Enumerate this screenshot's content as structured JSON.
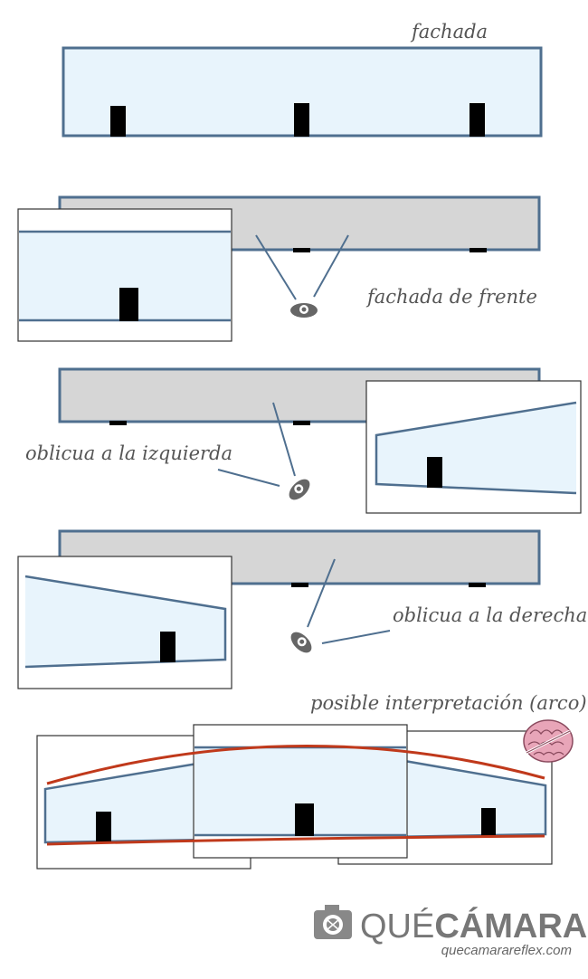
{
  "labels": {
    "facade": "fachada",
    "front": "fachada de frente",
    "oblique_left": "oblicua a la izquierda",
    "oblique_right": "oblicua a la derecha",
    "interpretation": "posible interpretación (arco)"
  },
  "logo": {
    "word_light": "QUÉ",
    "word_bold": "CÁMARA",
    "url": "quecamarareflex.com"
  },
  "colors": {
    "facade_fill": "#e8f4fc",
    "facade_stroke": "#4f6f8f",
    "top_view_fill": "#d6d6d6",
    "door": "#000000",
    "arc": "#c0391b",
    "brain": "#e8a5b8",
    "text": "#555555"
  }
}
